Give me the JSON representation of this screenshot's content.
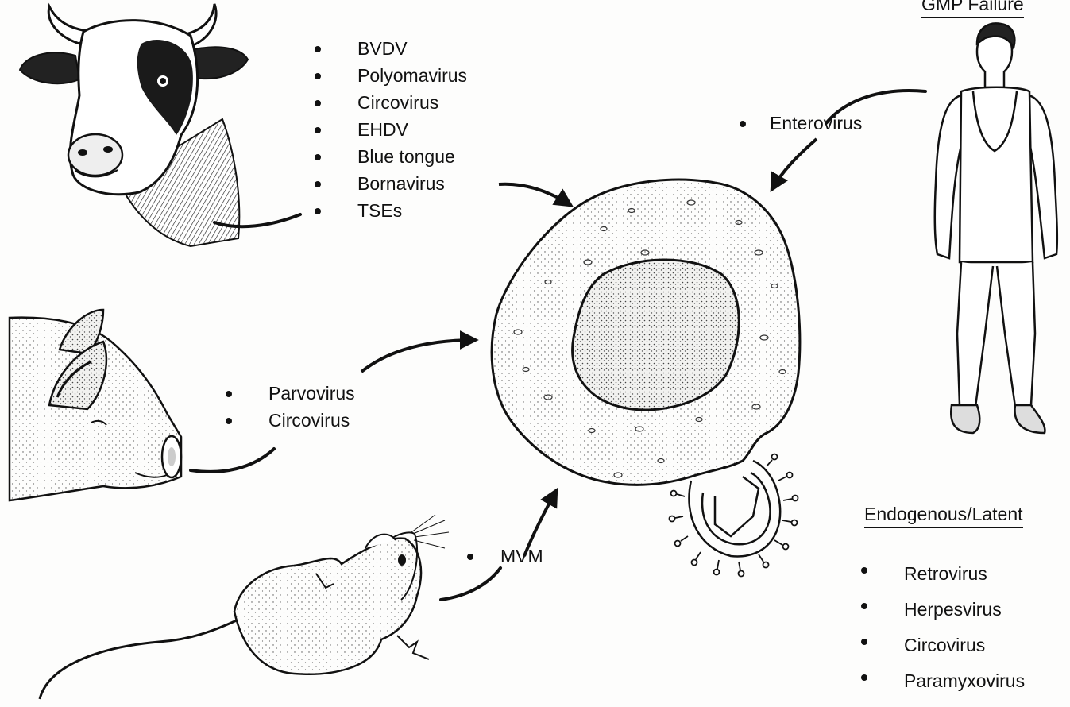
{
  "headings": {
    "gmp": "GMP Failure",
    "endogenous": "Endogenous/Latent"
  },
  "cow_viruses": [
    "BVDV",
    "Polyomavirus",
    "Circovirus",
    "EHDV",
    "Blue tongue",
    "Bornavirus",
    "TSEs"
  ],
  "pig_viruses": [
    "Parvovirus",
    "Circovirus"
  ],
  "mouse_viruses": [
    "MVM"
  ],
  "human_viruses": [
    "Enterovirus"
  ],
  "endogenous_viruses": [
    "Retrovirus",
    "Herpesvirus",
    "Circovirus",
    "Paramyxovirus"
  ],
  "icons": {
    "cow": "cow-icon",
    "pig": "pig-icon",
    "mouse": "mouse-icon",
    "human": "human-icon",
    "cell": "cell-icon",
    "virus": "virus-budding-icon"
  },
  "colors": {
    "ink": "#111111",
    "paper": "#fdfdfc"
  }
}
